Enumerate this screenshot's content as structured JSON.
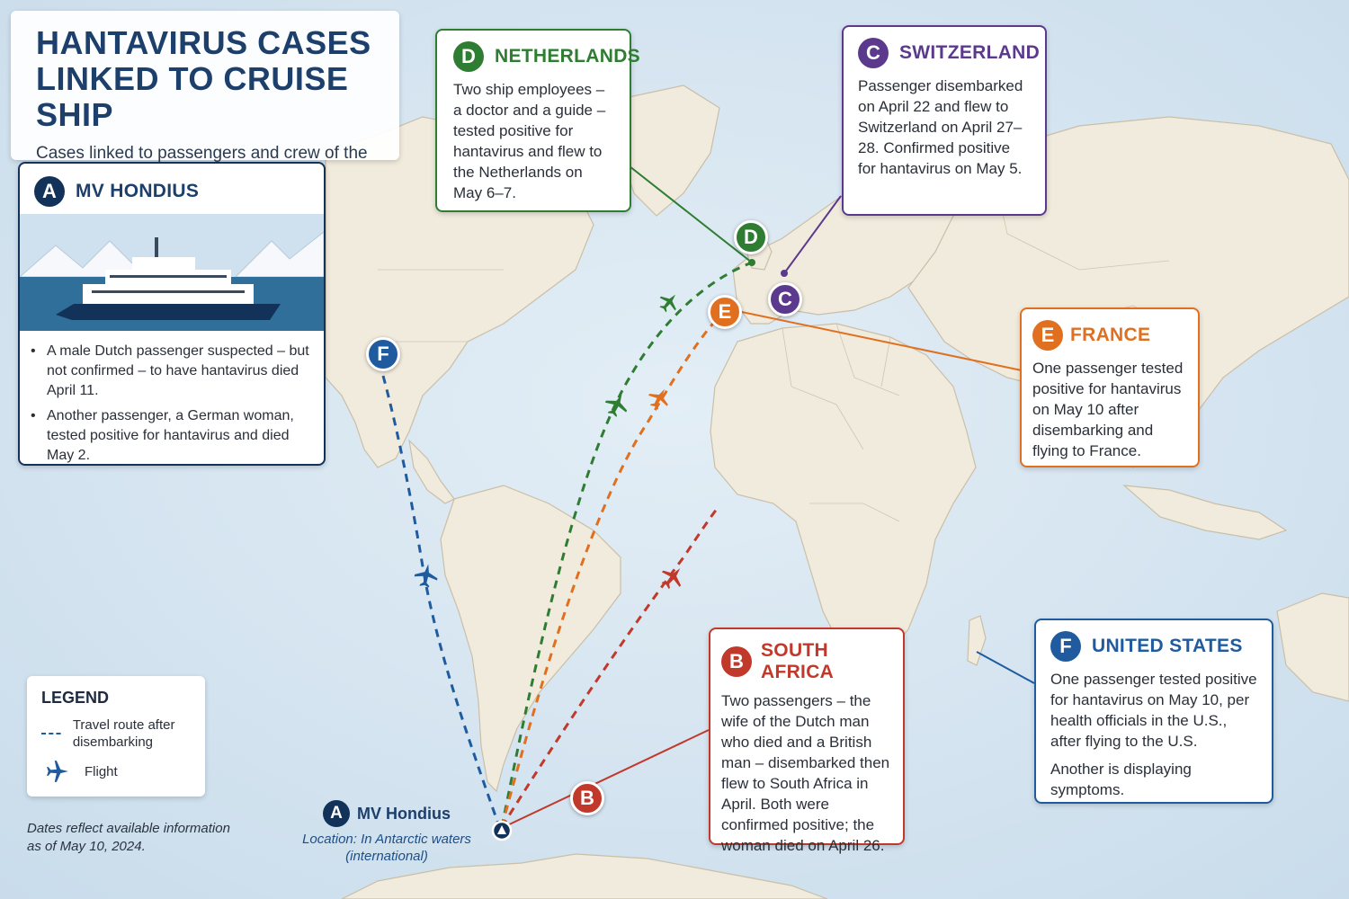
{
  "header": {
    "title": "HANTAVIRUS CASES LINKED TO CRUISE SHIP",
    "subtitle": "Cases linked to passengers and crew of the MV Hondius."
  },
  "colors": {
    "A": "#13325a",
    "B": "#c0392b",
    "C": "#5b3a8e",
    "D": "#2e7d32",
    "E": "#e07020",
    "F": "#1f5b9e"
  },
  "cards": {
    "A": {
      "letter": "A",
      "name": "MV HONDIUS",
      "image": "cruise-ship-illustration",
      "bullets": [
        "A male Dutch passenger suspected – but not confirmed – to have hantavirus died April 11.",
        "Another passenger, a German woman, tested positive for hantavirus and died May 2."
      ]
    },
    "D": {
      "letter": "D",
      "name": "NETHERLANDS",
      "text": "Two ship employees – a doctor and a guide – tested positive for hantavirus and flew to the Netherlands on May 6–7."
    },
    "C": {
      "letter": "C",
      "name": "SWITZERLAND",
      "text": "Passenger disembarked on April 22 and flew to Switzerland on April 27–28. Confirmed positive for hantavirus on May 5."
    },
    "E": {
      "letter": "E",
      "name": "FRANCE",
      "text": "One passenger tested positive for hantavirus on May 10 after disembarking and flying to France."
    },
    "B": {
      "letter": "B",
      "name": "SOUTH AFRICA",
      "text": "Two passengers – the wife of the Dutch man who died and a British man – disembarked then flew to South Africa in April. Both were confirmed positive; the woman died on April 26."
    },
    "F": {
      "letter": "F",
      "name": "UNITED STATES",
      "text1": "One passenger tested positive for hantavirus on May 10, per health officials in the U.S., after flying to the U.S.",
      "text2": "Another is displaying symptoms."
    }
  },
  "ship_location": {
    "letter": "A",
    "name": "MV Hondius",
    "location": "Location: In Antarctic waters (international)"
  },
  "legend": {
    "title": "LEGEND",
    "route": "Travel route after disembarking",
    "flight": "Flight"
  },
  "footnote": "Dates reflect available information as of May 10, 2024."
}
